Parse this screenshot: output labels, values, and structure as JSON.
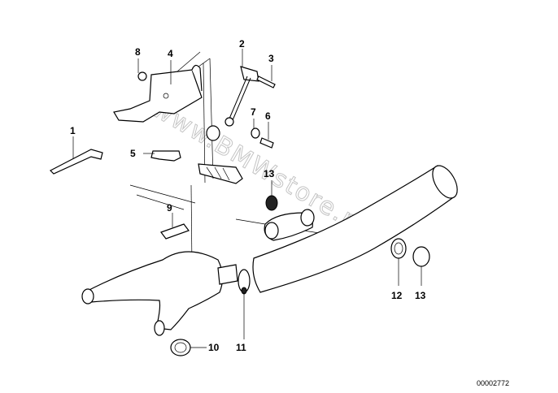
{
  "callouts": {
    "c1": "1",
    "c2": "2",
    "c3": "3",
    "c4": "4",
    "c5": "5",
    "c6": "6",
    "c7": "7",
    "c8": "8",
    "c9": "9",
    "c10": "10",
    "c11": "11",
    "c12": "12",
    "c13a": "13",
    "c13b": "13"
  },
  "drawing_code": "00002772",
  "watermark": "www.BMWstore.pl"
}
